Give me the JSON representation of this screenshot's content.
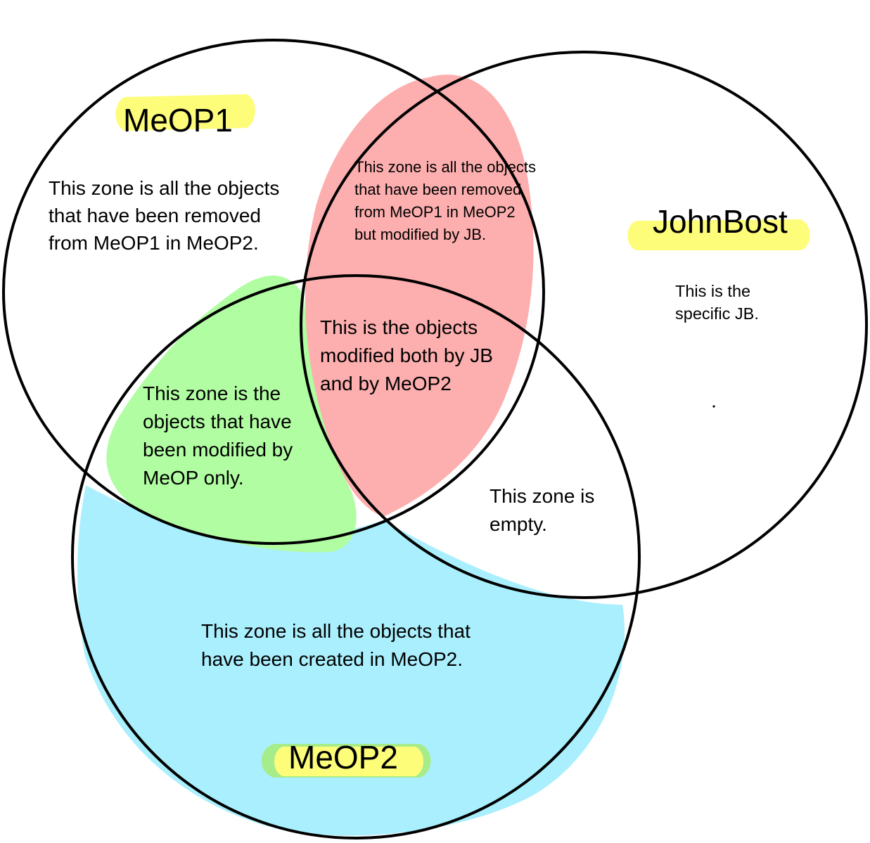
{
  "sets": {
    "meop1": {
      "title": "MeOP1"
    },
    "johnbost": {
      "title": "JohnBost"
    },
    "meop2": {
      "title": "MeOP2"
    }
  },
  "zones": {
    "meop1_only": "This zone is all the objects that have been removed from MeOP1 in MeOP2.",
    "meop1_johnbost": "This zone is all the objects that have been removed from MeOP1 in MeOP2 but modified by JB.",
    "johnbost_only": "This is the specific JB.",
    "all_three": "This is the objects modified both by JB and by MeOP2",
    "meop1_meop2": "This zone is the objects that have been modified by MeOP only.",
    "johnbost_meop2": "This zone is empty.",
    "meop2_only": "This zone is all the objects that have been created in MeOP2."
  },
  "colors": {
    "title_highlight": "#fdfd7a",
    "meop2_title_highlight_edge": "#a6ec8a",
    "red_zone": "#fdaeae",
    "green_zone": "#b1fda2",
    "blue_zone": "#aaeffd",
    "outline": "#000000"
  }
}
